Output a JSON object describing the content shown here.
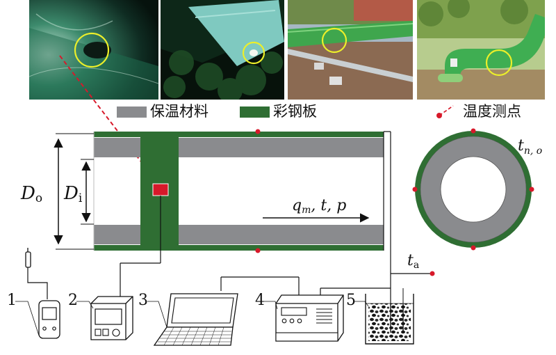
{
  "legend": {
    "insulation": {
      "label": "保温材料",
      "color": "#8a8b8e"
    },
    "steel": {
      "label": "彩钢板",
      "color": "#2f6e33"
    },
    "sensor": {
      "label": "温度测点",
      "color": "#d7192a"
    }
  },
  "labels": {
    "d_outer": {
      "main": "D",
      "sub": "o"
    },
    "d_inner": {
      "main": "D",
      "sub": "i"
    },
    "flow": {
      "q": "q",
      "q_sub": "m",
      "rest": ", t, p"
    },
    "ambient": {
      "main": "t",
      "sub": "a"
    },
    "surface": {
      "main": "t",
      "sub": "n, o"
    }
  },
  "devices": [
    "1",
    "2",
    "3",
    "4",
    "5"
  ],
  "photos": [
    {
      "name": "photo-night-pipe-1",
      "icon": "night-photo"
    },
    {
      "name": "photo-night-pipe-2",
      "icon": "night-photo"
    },
    {
      "name": "photo-pipeline-field",
      "icon": "day-photo"
    },
    {
      "name": "photo-pipe-elbow",
      "icon": "day-photo"
    }
  ]
}
